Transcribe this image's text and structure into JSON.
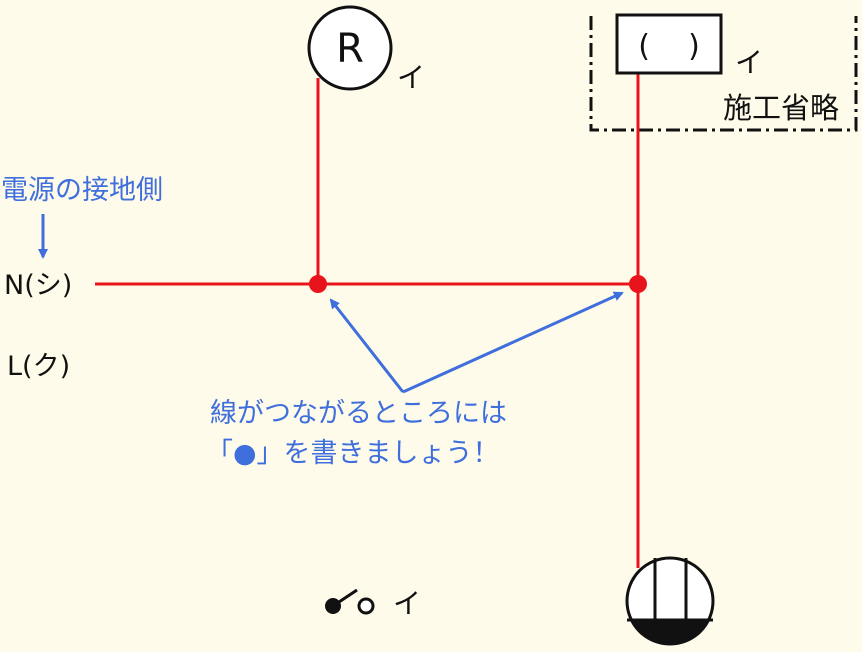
{
  "colors": {
    "background": "#fffbea",
    "wire": "#e8141c",
    "annotation": "#3f6fdc",
    "symbol": "#111111"
  },
  "symbols": {
    "receptacle_letter": "R",
    "receptacle_label": "イ",
    "box_text": "(    )",
    "box_label": "イ",
    "omitted_note": "施工省略",
    "switch_label": "イ"
  },
  "terminals": {
    "neutral": "N(シ)",
    "live": "L(ク)"
  },
  "annotations": {
    "ground_side": "電源の接地側",
    "junction_line1": "線がつながるところには",
    "junction_line2": "「●」を書きましょう！"
  }
}
